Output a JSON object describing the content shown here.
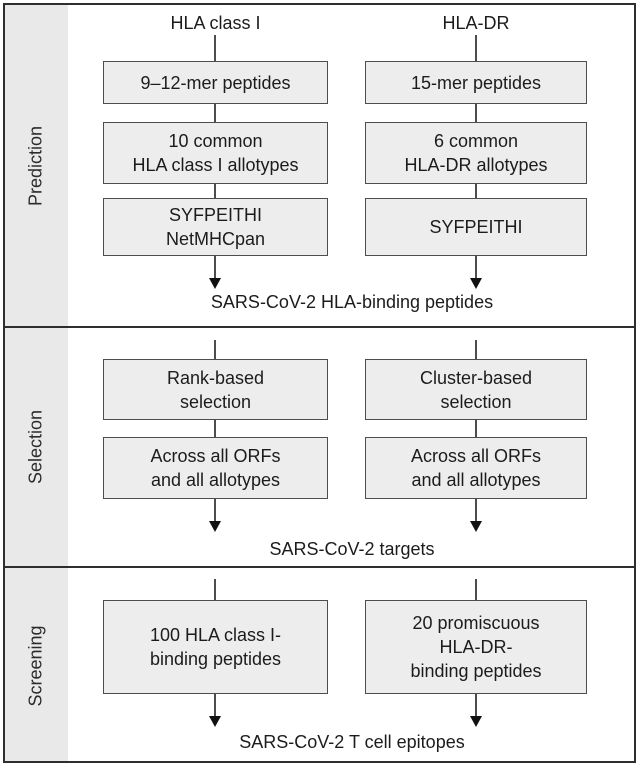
{
  "diagram": {
    "title_semantic": "SARS-CoV-2 epitope prediction workflow",
    "columns": {
      "left_header": "HLA class I",
      "right_header": "HLA-DR"
    },
    "sections": [
      {
        "label": "Prediction",
        "left": [
          "9–12-mer peptides",
          "10 common\nHLA class I allotypes",
          "SYFPEITHI\nNetMHCpan"
        ],
        "right": [
          "15-mer peptides",
          "6 common\nHLA-DR allotypes",
          "SYFPEITHI"
        ],
        "result": "SARS-CoV-2 HLA-binding peptides"
      },
      {
        "label": "Selection",
        "left": [
          "Rank-based\nselection",
          "Across all ORFs\nand all allotypes"
        ],
        "right": [
          "Cluster-based\nselection",
          "Across all ORFs\nand all allotypes"
        ],
        "result": "SARS-CoV-2 targets"
      },
      {
        "label": "Screening",
        "left": [
          "100 HLA class I-\nbinding peptides"
        ],
        "right": [
          "20 promiscuous\nHLA-DR-\nbinding peptides"
        ],
        "result": "SARS-CoV-2 T cell epitopes"
      }
    ],
    "colors": {
      "box_fill": "#ededed",
      "box_border": "#4d4d4d",
      "frame_border": "#2e2e2e",
      "sidebar_fill": "#e9e9e9",
      "arrow": "#111111",
      "text": "#1c1c1c"
    }
  }
}
